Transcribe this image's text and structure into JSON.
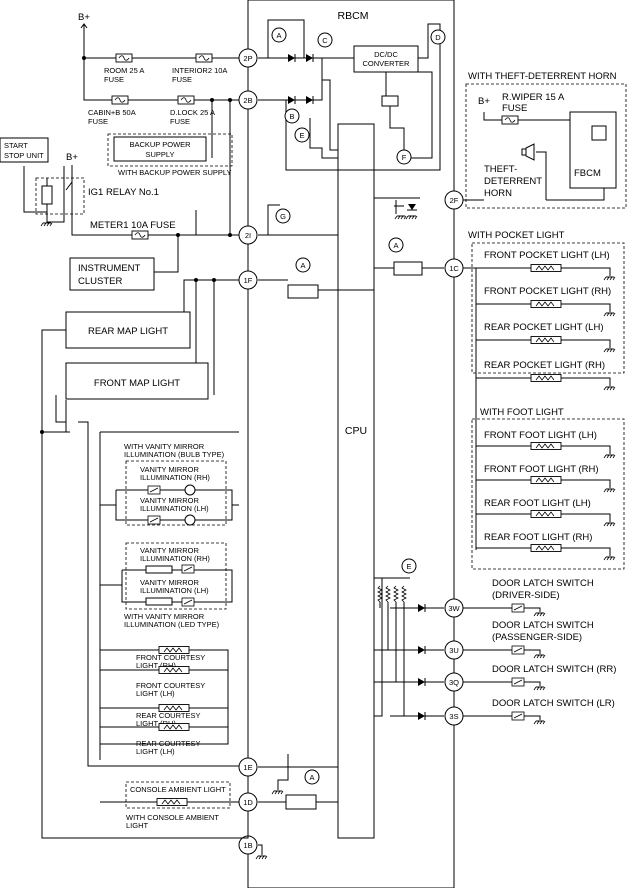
{
  "rbcm": {
    "title": "RBCM",
    "cpu": "CPU",
    "dcdc": [
      "DC/DC",
      "CONVERTER"
    ]
  },
  "power": {
    "bplus": "B+"
  },
  "fuses": {
    "room": [
      "ROOM 25 A",
      "FUSE"
    ],
    "interior2": [
      "INTERIOR2 10A",
      "FUSE"
    ],
    "cabin": [
      "CABIN+B 50A",
      "FUSE"
    ],
    "dlock": [
      "D.LOCK 25 A",
      "FUSE"
    ],
    "meter1": "METER1 10A FUSE",
    "rwiper": [
      "R.WIPER 15 A",
      "FUSE"
    ]
  },
  "backup": {
    "box": [
      "BACKUP POWER",
      "SUPPLY"
    ],
    "note": "WITH BACKUP POWER SUPPLY"
  },
  "start_stop": [
    "START",
    "STOP UNIT"
  ],
  "ig1_relay": "IG1 RELAY No.1",
  "instrument_cluster": [
    "INSTRUMENT",
    "CLUSTER"
  ],
  "map_lights": {
    "rear": "REAR MAP LIGHT",
    "front": "FRONT MAP LIGHT"
  },
  "vanity_bulb": {
    "title": [
      "WITH VANITY MIRROR",
      "ILLUMINATION (BULB TYPE)"
    ],
    "rh": [
      "VANITY MIRROR",
      "ILLUMINATION (RH)"
    ],
    "lh": [
      "VANITY MIRROR",
      "ILLUMINATION (LH)"
    ]
  },
  "vanity_led": {
    "rh": [
      "VANITY MIRROR",
      "ILLUMINATION (RH)"
    ],
    "lh": [
      "VANITY MIRROR",
      "ILLUMINATION (LH)"
    ],
    "title": [
      "WITH VANITY MIRROR",
      "ILLUMINATION (LED TYPE)"
    ]
  },
  "courtesy": [
    [
      "FRONT COURTESY",
      "LIGHT (RH)"
    ],
    [
      "FRONT COURTESY",
      "LIGHT (LH)"
    ],
    [
      "REAR COURTESY",
      "LIGHT (RH)"
    ],
    [
      "REAR COURTESY",
      "LIGHT (LH)"
    ]
  ],
  "console": {
    "box": "CONSOLE AMBIENT LIGHT",
    "note": [
      "WITH CONSOLE AMBIENT",
      "LIGHT"
    ]
  },
  "theft": {
    "title": "WITH THEFT-DETERRENT HORN",
    "horn": [
      "THEFT-",
      "DETERRENT",
      "HORN"
    ],
    "fbcm": "FBCM"
  },
  "pocket": {
    "title": "WITH POCKET LIGHT",
    "items": [
      "FRONT POCKET LIGHT (LH)",
      "FRONT POCKET LIGHT (RH)",
      "REAR POCKET LIGHT (LH)",
      "REAR POCKET LIGHT (RH)"
    ]
  },
  "foot": {
    "title": "WITH FOOT LIGHT",
    "items": [
      "FRONT FOOT LIGHT (LH)",
      "FRONT FOOT LIGHT (RH)",
      "REAR FOOT LIGHT (LH)",
      "REAR FOOT LIGHT (RH)"
    ]
  },
  "door_latch": [
    [
      "DOOR LATCH SWITCH",
      "(DRIVER-SIDE)"
    ],
    [
      "DOOR LATCH SWITCH",
      "(PASSENGER-SIDE)"
    ],
    [
      "DOOR LATCH SWITCH (RR)"
    ],
    [
      "DOOR LATCH SWITCH (LR)"
    ]
  ],
  "connectors": {
    "c2P": "2P",
    "c2B": "2B",
    "c2I": "2I",
    "c1F": "1F",
    "c1E": "1E",
    "c1D": "1D",
    "c1B": "1B",
    "c2F": "2F",
    "c1C": "1C",
    "c3W": "3W",
    "c3U": "3U",
    "c3Q": "3Q",
    "c3S": "3S"
  },
  "refs": {
    "A": "A",
    "B": "B",
    "C": "C",
    "D": "D",
    "E": "E",
    "F": "F",
    "G": "G"
  }
}
